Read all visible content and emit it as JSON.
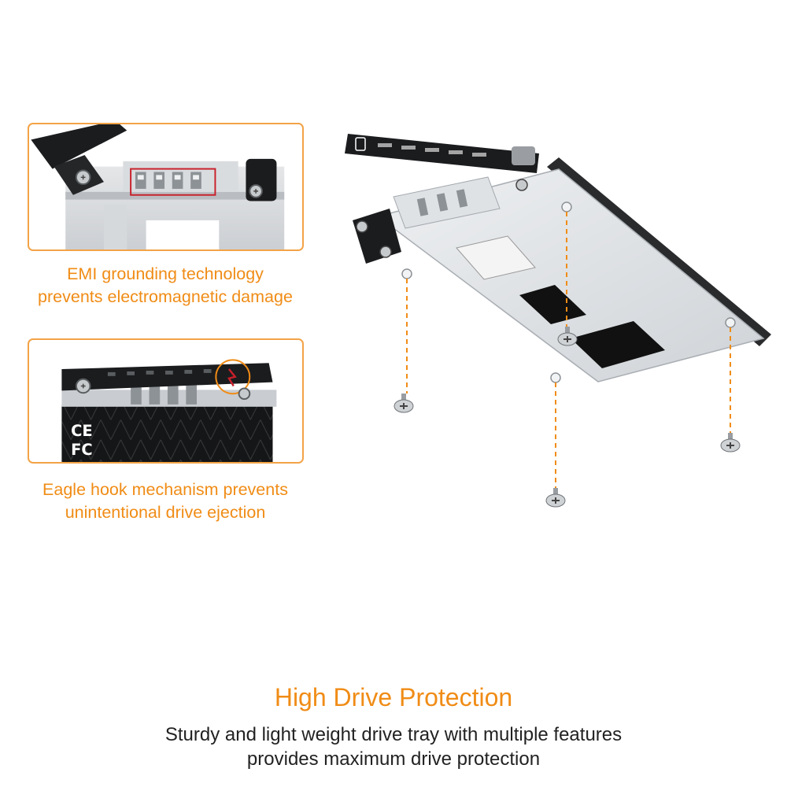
{
  "features": [
    {
      "icon": "emi-grounding-closeup-icon",
      "lines": [
        "EMI grounding technology",
        "prevents electromagnetic damage"
      ]
    },
    {
      "icon": "eagle-hook-closeup-icon",
      "lines": [
        "Eagle hook mechanism prevents",
        "unintentional drive ejection"
      ]
    }
  ],
  "product_image": "drive-tray-exploded-icon",
  "headline": "High Drive Protection",
  "description_lines": [
    "Sturdy and light weight drive tray with multiple features",
    "provides maximum drive protection"
  ],
  "colors": {
    "accent": "#f08c16",
    "frame_border": "#f3a347",
    "highlight_red": "#c8202a",
    "body_text": "#222222"
  }
}
